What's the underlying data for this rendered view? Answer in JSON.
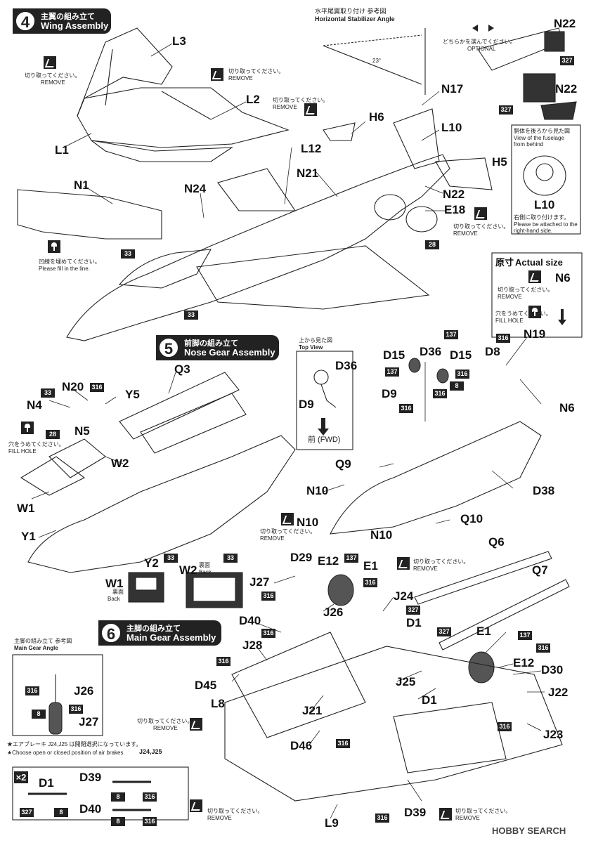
{
  "steps": {
    "s4": {
      "num": "4",
      "jp": "主翼の組み立て",
      "en": "Wing Assembly"
    },
    "s5": {
      "num": "5",
      "jp": "前脚の組み立て",
      "en": "Nose Gear Assembly"
    },
    "s6": {
      "num": "6",
      "jp": "主脚の組み立て",
      "en": "Main Gear Assembly"
    }
  },
  "notes": {
    "remove_jp": "切り取ってください。",
    "remove_en": "REMOVE",
    "optional_jp": "どちらかを選んでください。",
    "optional_en": "OPTIONAL",
    "fill_line_jp": "凹線を埋めてください。",
    "fill_line_en": "Please fill in the line.",
    "fill_hole_jp": "穴をうめてください。",
    "fill_hole_en": "FILL HOLE",
    "stab_angle_jp": "水平尾翼取り付け 参考図",
    "stab_angle_en": "Horizontal Stabilizer Angle",
    "stab_angle_deg": "23°",
    "view_behind_jp": "胴体を後ろから見た図",
    "view_behind_en": "View of the fuselage from behind",
    "l10_note_jp": "右側に取り付けます。",
    "l10_note_en": "Please be attached to the right-hand side.",
    "actual_size_jp": "原寸",
    "actual_size_en": "Actual size",
    "top_view_jp": "上から見た図",
    "top_view_en": "Top View",
    "fwd": "前 (FWD)",
    "back_jp": "裏面",
    "back_en": "Back",
    "main_gear_angle_jp": "主脚の組み立て 参考図",
    "main_gear_angle_en": "Main Gear Angle",
    "airbrake_jp": "★エアブレーキ J24,J25 は開閉選択になっています。",
    "airbrake_en": "★Choose open or closed position of air brakes",
    "airbrake_parts": "J24,J25",
    "x2": "×2"
  },
  "parts": {
    "L3": "L3",
    "L2": "L2",
    "L1": "L1",
    "N1": "N1",
    "N24": "N24",
    "L12": "L12",
    "N21": "N21",
    "H6": "H6",
    "N17": "N17",
    "L10a": "L10",
    "L10b": "L10",
    "H5": "H5",
    "N22a": "N22",
    "N22b": "N22",
    "N22c": "N22",
    "E18": "E18",
    "N6a": "N6",
    "N6b": "N6",
    "N19": "N19",
    "D15a": "D15",
    "D36": "D36",
    "D15b": "D15",
    "D8": "D8",
    "D9": "D9",
    "D36top": "D36",
    "D9top": "D9",
    "Q3": "Q3",
    "N20": "N20",
    "Y5": "Y5",
    "N4": "N4",
    "N5": "N5",
    "W2": "W2",
    "W1": "W1",
    "Y1": "Y1",
    "Y2": "Y2",
    "Q9": "Q9",
    "N10a": "N10",
    "N10b": "N10",
    "N10c": "N10",
    "Q10": "Q10",
    "D38": "D38",
    "W1b": "W1",
    "W2b": "W2",
    "Q6": "Q6",
    "Q7": "Q7",
    "D29": "D29",
    "E12a": "E12",
    "E1a": "E1",
    "J27": "J27",
    "J26": "J26",
    "J24": "J24",
    "D1a": "D1",
    "D40": "D40",
    "J28": "J28",
    "D45": "D45",
    "L8": "L8",
    "J21": "J21",
    "D46": "D46",
    "J25": "J25",
    "D1b": "D1",
    "E1b": "E1",
    "E12b": "E12",
    "D30": "D30",
    "J22": "J22",
    "J23": "J23",
    "J26b": "J26",
    "J27b": "J27",
    "D1c": "D1",
    "D39a": "D39",
    "D40b": "D40",
    "D39b": "D39",
    "L9": "L9"
  },
  "colors": {
    "c33": "33",
    "c327": "327",
    "c316": "316",
    "c28": "28",
    "c137": "137",
    "c8": "8"
  },
  "watermark": "HOBBY SEARCH"
}
